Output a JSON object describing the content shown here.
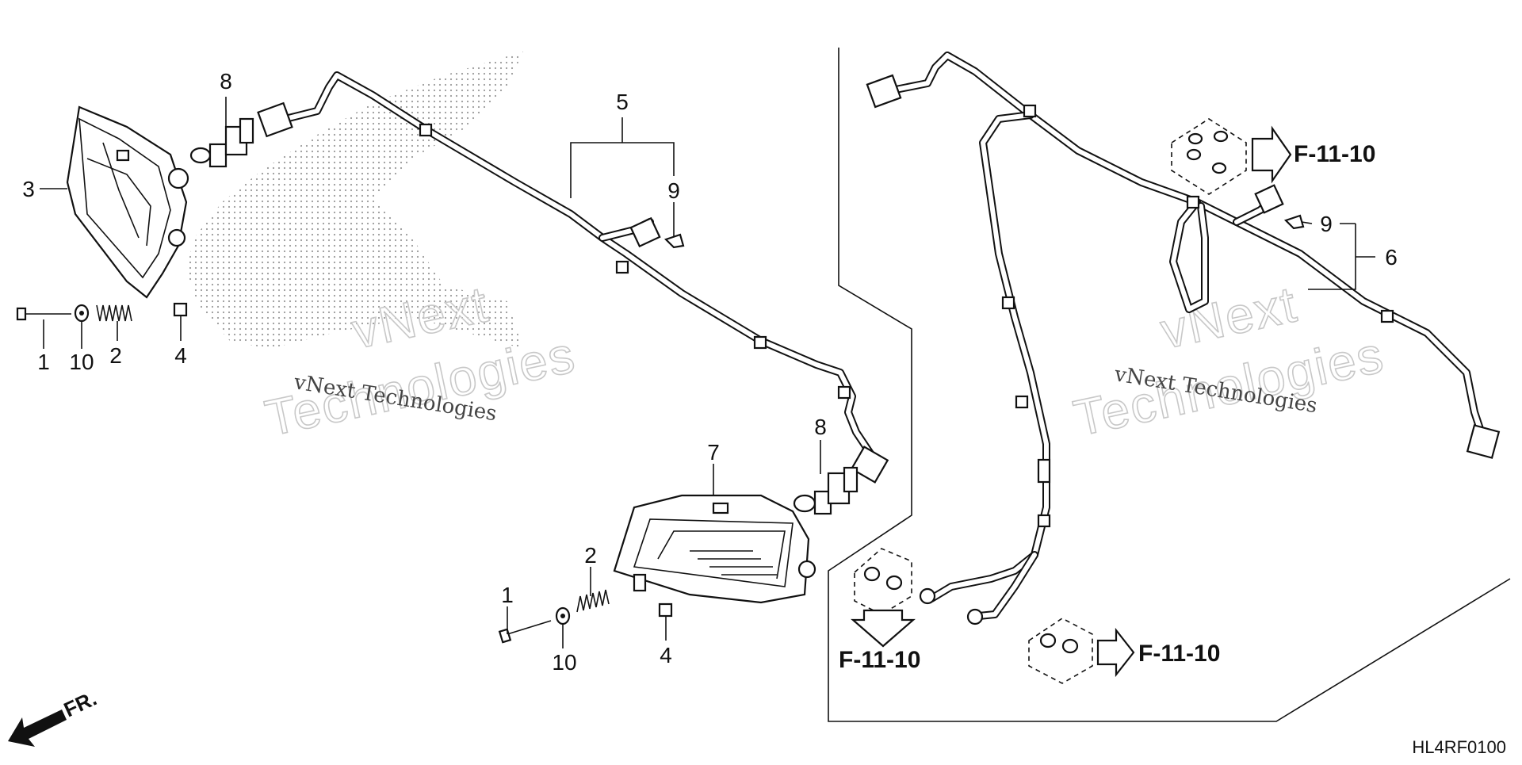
{
  "callouts": {
    "c1a": "1",
    "c10a": "10",
    "c2a": "2",
    "c4a": "4",
    "c3": "3",
    "c8a": "8",
    "c5": "5",
    "c9a": "9",
    "c8b": "8",
    "c7": "7",
    "c2b": "2",
    "c1b": "1",
    "c10b": "10",
    "c4b": "4",
    "c9b": "9",
    "c6": "6"
  },
  "references": {
    "ref_top": "F-11-10",
    "ref_left": "F-11-10",
    "ref_bottom": "F-11-10"
  },
  "watermark": {
    "brand_outline_1": "vNext",
    "brand_outline_2": "Technologies",
    "brand_text": "vNext Technologies"
  },
  "direction": {
    "front_label": "FR."
  },
  "diagram_code": "HL4RF0100",
  "colors": {
    "ink": "#111111",
    "watermark": "#c8c8c8",
    "background": "#ffffff"
  }
}
